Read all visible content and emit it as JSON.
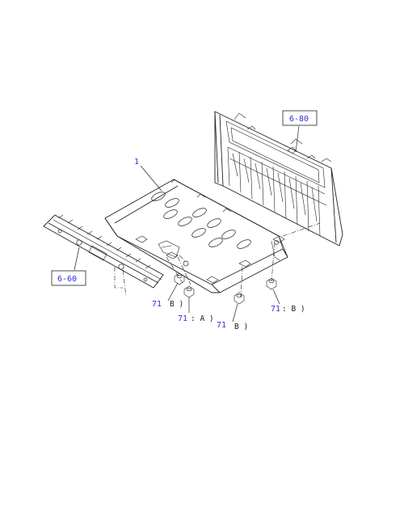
{
  "callouts": {
    "part_1": {
      "number": "1"
    },
    "ref_6_80": {
      "number": "6-80"
    },
    "ref_6_60": {
      "number": "6-60"
    },
    "bolt_b_left": {
      "number": "71",
      "suffix": "B )"
    },
    "bolt_a": {
      "number": "71",
      "suffix": ": A )"
    },
    "bolt_b_center": {
      "number": "71",
      "suffix": "B )"
    },
    "bolt_b_right": {
      "number": "71",
      "suffix": ": B )"
    }
  },
  "colors": {
    "callout_number": "#3030d8",
    "line": "#222222",
    "background": "#ffffff"
  }
}
